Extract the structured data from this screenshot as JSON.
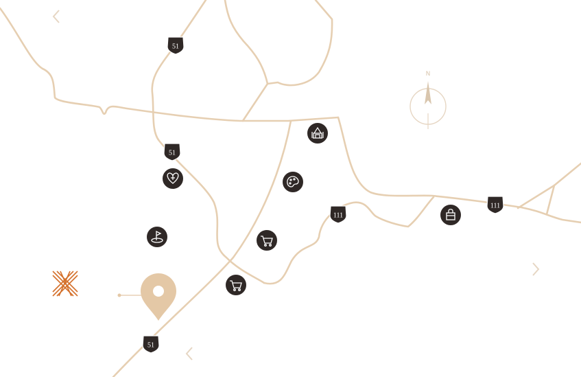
{
  "map": {
    "highway_labels": {
      "us51": "51",
      "us111": "111"
    },
    "compass": {
      "north_label": "N"
    },
    "colors": {
      "road": "#e6cfb2",
      "marker_fill": "#2f2826",
      "pin": "#e4c8a6",
      "logo": "#d4702a"
    },
    "poi_icons": [
      "temple-icon",
      "heart-plus-icon",
      "palette-icon",
      "golf-flag-icon",
      "shopping-cart-icon",
      "shopping-bag-icon"
    ]
  }
}
